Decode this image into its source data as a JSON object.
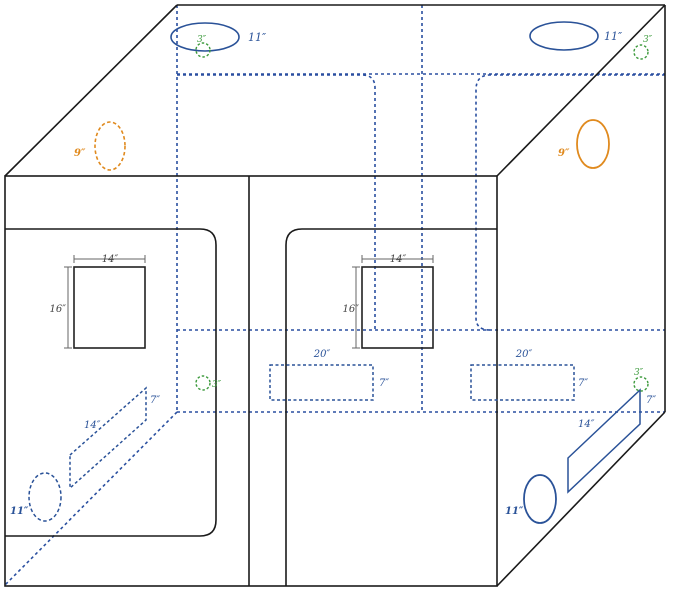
{
  "colors": {
    "frame": "#1a1a1a",
    "hidden_edge": "#2a4fa0",
    "port_large": "#2a5298",
    "port_small": "#3c9a3c",
    "port_medium": "#e08a1e",
    "vent": "#2a5298",
    "window": "#222222",
    "dim": "#666666"
  },
  "labels": {
    "top_left_port": "11″",
    "top_left_small": "3″",
    "top_right_port": "11″",
    "top_right_small": "3″",
    "left_side_port": "9″",
    "right_side_port": "9″",
    "window_left_width": "14″",
    "window_left_height": "16″",
    "window_right_width": "14″",
    "window_right_height": "16″",
    "back_small_port": "3″",
    "vent_left_width": "20″",
    "vent_left_height": "7″",
    "vent_right_width": "20″",
    "vent_right_height": "7″",
    "side_vent_left_width": "14″",
    "side_vent_left_height": "7″",
    "side_vent_right_width": "14″",
    "side_vent_right_height": "7″",
    "side_right_small": "3″",
    "bottom_left_port": "11″",
    "bottom_right_port": "11″"
  },
  "icons": {
    "port": "circle-port-icon",
    "vent": "rect-vent-icon",
    "window": "window-icon"
  }
}
